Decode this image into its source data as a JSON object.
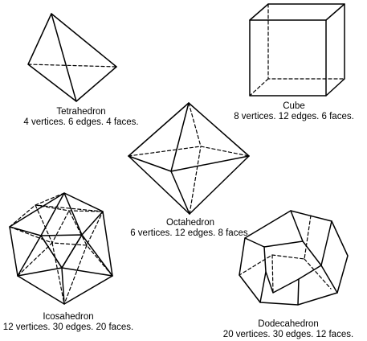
{
  "solids": [
    {
      "id": "tetrahedron",
      "name": "Tetrahedron",
      "stats": "4 vertices. 6 edges. 4 faces."
    },
    {
      "id": "cube",
      "name": "Cube",
      "stats": "8 vertices. 12 edges. 6 faces."
    },
    {
      "id": "octahedron",
      "name": "Octahedron",
      "stats": "6 vertices. 12 edges. 8 faces."
    },
    {
      "id": "icosahedron",
      "name": "Icosahedron",
      "stats": "12 vertices. 30 edges. 20 faces."
    },
    {
      "id": "dodecahedron",
      "name": "Dodecahedron",
      "stats": "20 vertices. 30 edges. 12 faces."
    }
  ]
}
